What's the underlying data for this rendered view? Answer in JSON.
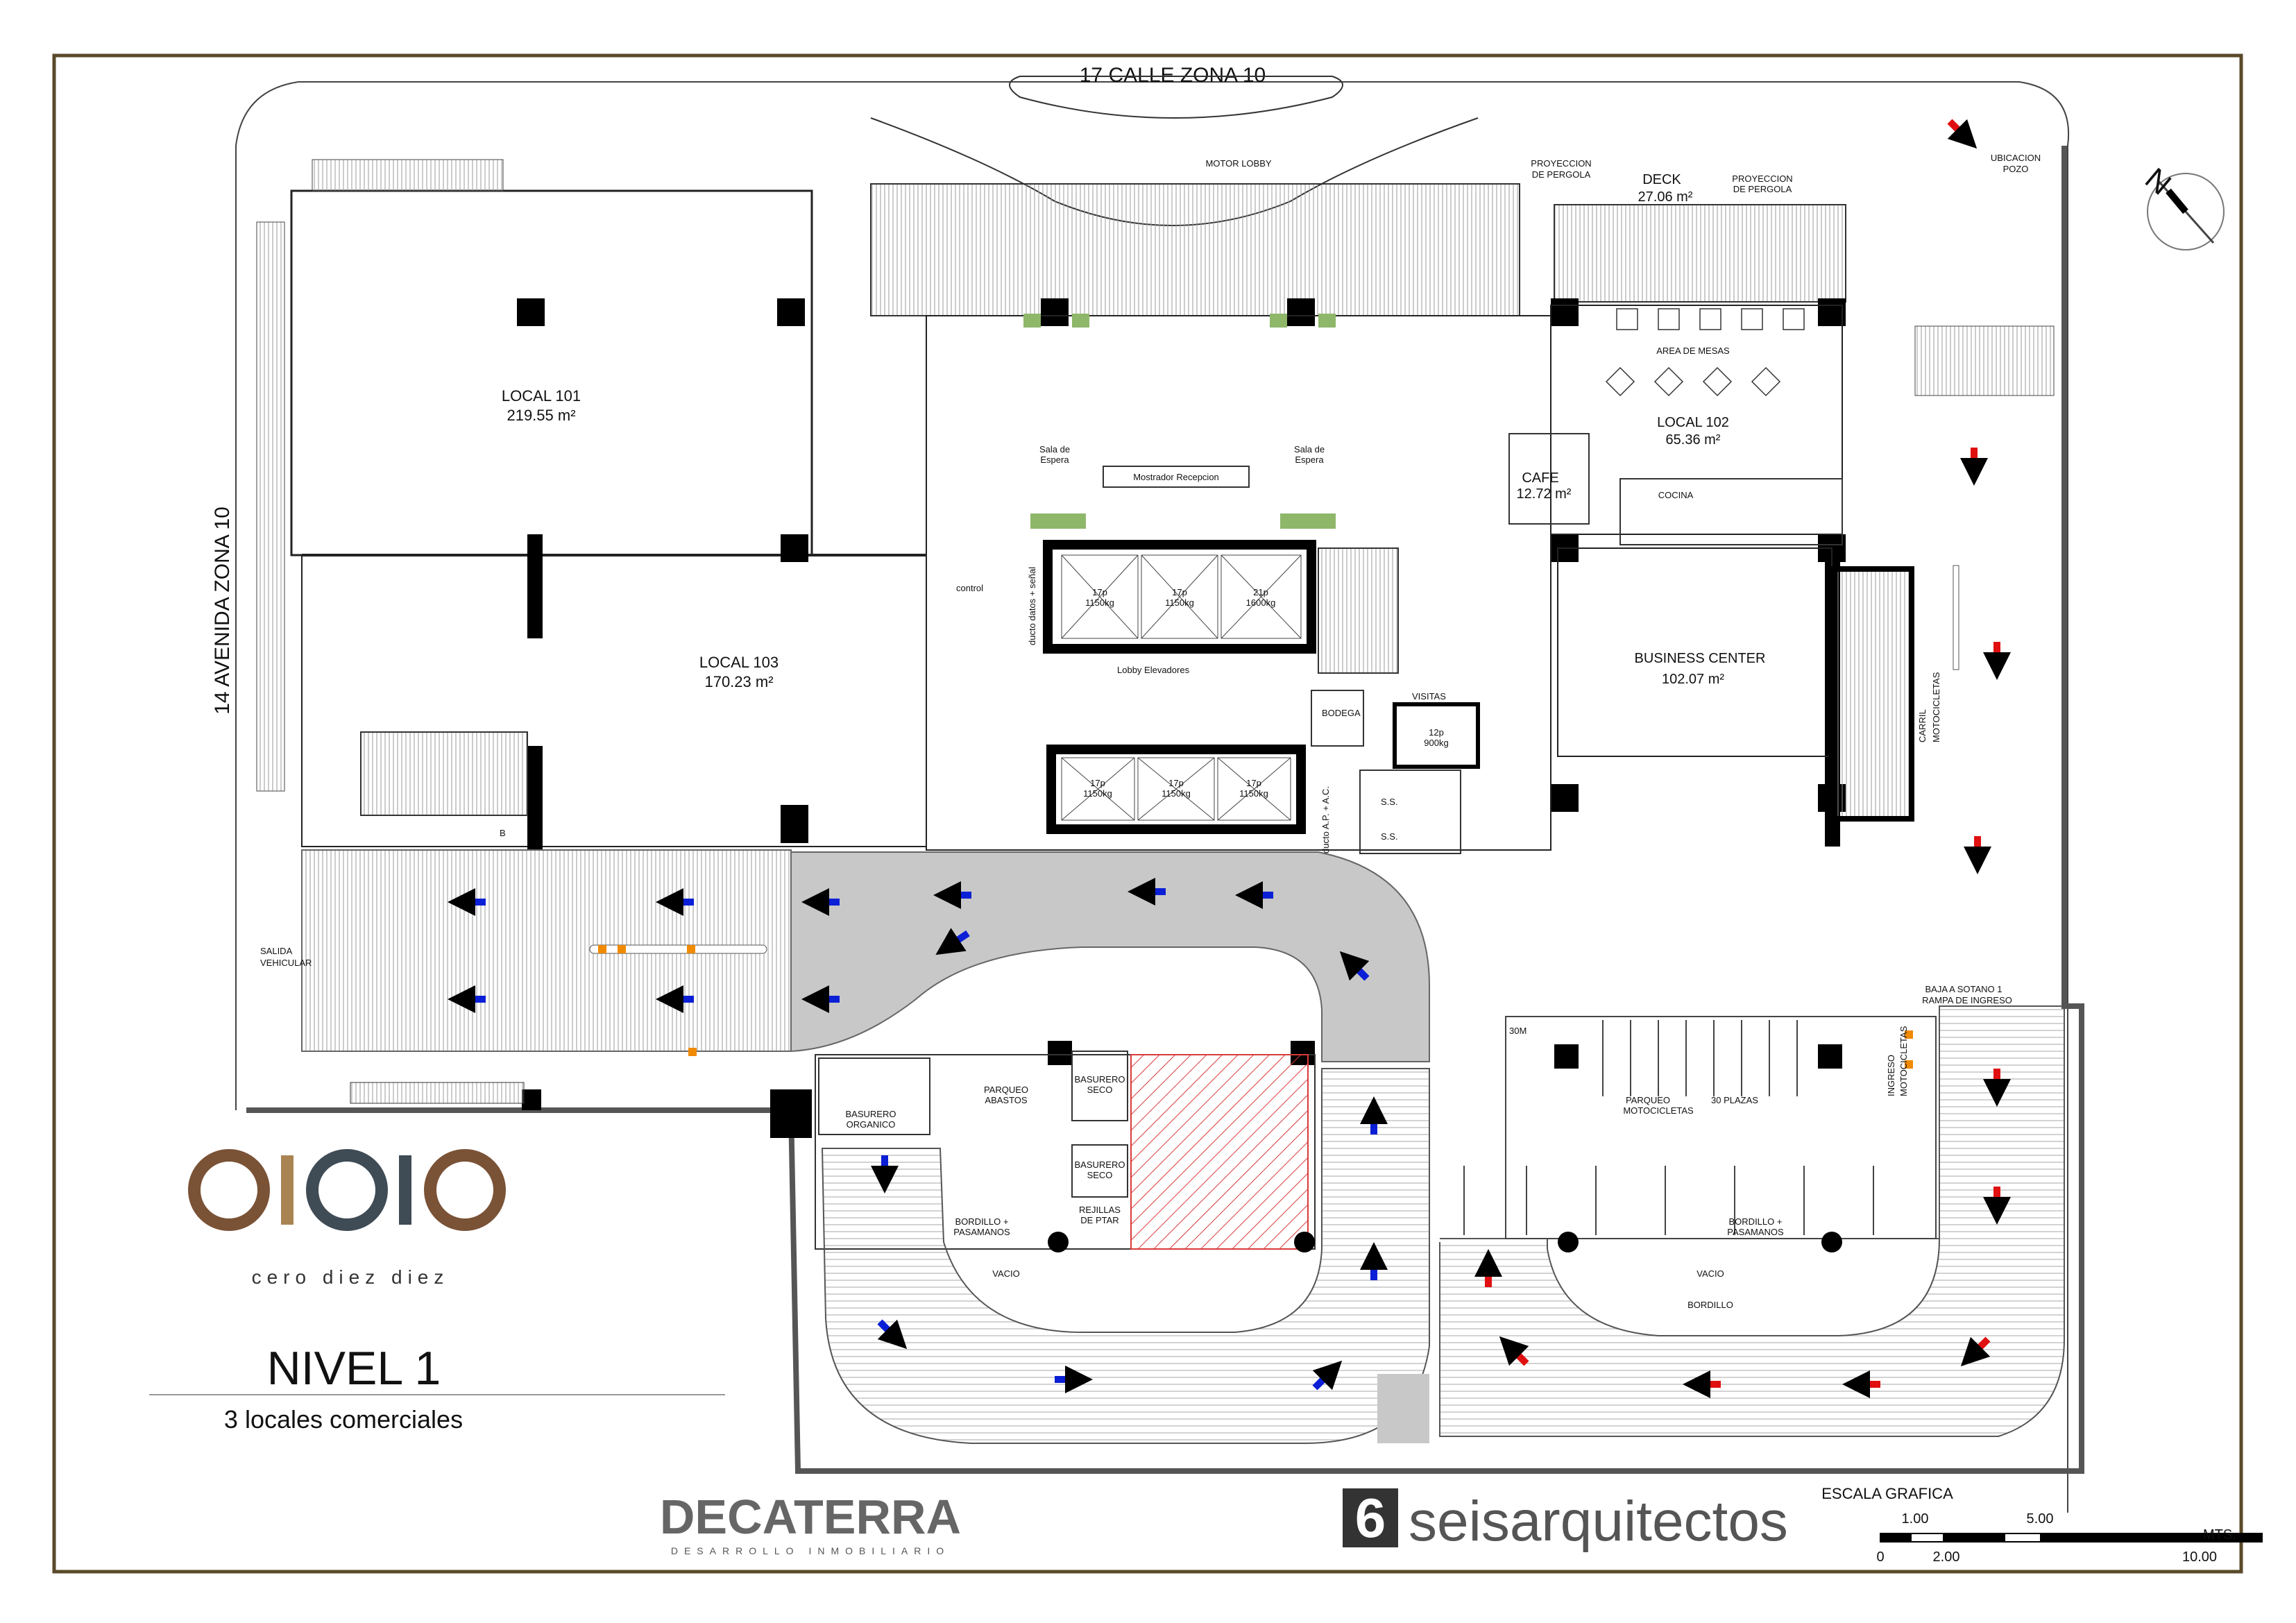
{
  "streets": {
    "top": "17 CALLE ZONA 10",
    "left": "14 AVENIDA ZONA 10"
  },
  "brand": {
    "logo_text": "O1O1O",
    "tagline": "cero diez diez"
  },
  "level": {
    "title": "NIVEL 1",
    "subtitle": "3 locales comerciales"
  },
  "credits": {
    "developer": "DECATERRA",
    "developer_tagline": "DESARROLLO INMOBILIARIO",
    "architect_mark": "6",
    "architect": "seisarquitectos"
  },
  "north": "N",
  "scale": {
    "title": "ESCALA GRAFICA",
    "unit": "MTS.",
    "ticks_top": [
      "1.00",
      "5.00"
    ],
    "ticks_bottom": [
      "0",
      "2.00",
      "10.00"
    ]
  },
  "rooms": {
    "local101": {
      "name": "LOCAL 101",
      "area": "219.55 m²"
    },
    "local103": {
      "name": "LOCAL 103",
      "area": "170.23 m²"
    },
    "local102": {
      "name": "LOCAL 102",
      "area": "65.36 m²"
    },
    "cafe": {
      "name": "CAFE",
      "area": "12.72 m²"
    },
    "deck": {
      "name": "DECK",
      "area": "27.06 m²"
    },
    "business": {
      "name": "BUSINESS   CENTER",
      "area": "102.07 m²"
    }
  },
  "labels": {
    "motor_lobby": "MOTOR LOBBY",
    "pergola1": [
      "PROYECCION",
      "DE PERGOLA"
    ],
    "pergola2": [
      "PROYECCION",
      "DE PERGOLA"
    ],
    "pozo": [
      "UBICACION",
      "POZO"
    ],
    "area_mesas": "AREA DE MESAS",
    "cocina": "COCINA",
    "sala1": [
      "Sala de",
      "Espera"
    ],
    "sala2": [
      "Sala de",
      "Espera"
    ],
    "mostrador": "Mostrador Recepcion",
    "control": "control",
    "ducto1": "ducto datos + señal",
    "ducto2": "ducto A.P. + A.C.",
    "lobby_elev": "Lobby Elevadores",
    "bodega": "BODEGA",
    "visitas": "VISITAS",
    "elev_visitas": [
      "12p",
      "900kg"
    ],
    "ss1": "S.S.",
    "ss2": "S.S.",
    "salida": [
      "SALIDA",
      "VEHICULAR"
    ],
    "carril": [
      "CARRIL",
      "MOTOCICLETAS"
    ],
    "baja": [
      "BAJA A SOTANO 1",
      "RAMPA DE INGRESO"
    ],
    "ingreso_moto": [
      "INGRESO",
      "MOTOCICLETAS"
    ],
    "parqueo_moto": [
      "PARQUEO",
      "MOTOCICLETAS"
    ],
    "plazas": "30 PLAZAS",
    "m30": "30M",
    "parqueo_abastos": [
      "PARQUEO",
      "ABASTOS"
    ],
    "basurero_org": [
      "BASURERO",
      "ORGANICO"
    ],
    "basurero_seco1": [
      "BASURERO",
      "SECO"
    ],
    "basurero_seco2": [
      "BASURERO",
      "SECO"
    ],
    "rejillas": [
      "REJILLAS",
      "DE PTAR"
    ],
    "bordillo1": [
      "BORDILLO +",
      "PASAMANOS"
    ],
    "bordillo2": [
      "BORDILLO +",
      "PASAMANOS"
    ],
    "vacio1": "VACIO",
    "vacio2": "VACIO",
    "bordillo": "BORDILLO",
    "stair_b": "B"
  },
  "elevators_top": [
    [
      "17p",
      "1150kg"
    ],
    [
      "17p",
      "1150kg"
    ],
    [
      "21p",
      "1600kg"
    ]
  ],
  "elevators_bottom": [
    [
      "17p",
      "1150kg"
    ],
    [
      "17p",
      "1150kg"
    ],
    [
      "17p",
      "1150kg"
    ]
  ],
  "colors": {
    "frame": "#5a4a2a",
    "wall": "#000000",
    "ramp_blue": "#0b1fd6",
    "ramp_red": "#e01010",
    "paving": "#c8c8c8",
    "hatch": "#d93a3a",
    "green": "#8fb76a",
    "orange": "#f08a00",
    "logo_brown": "#7a5236",
    "logo_gold": "#a98452",
    "logo_slate": "#3f4b55"
  }
}
